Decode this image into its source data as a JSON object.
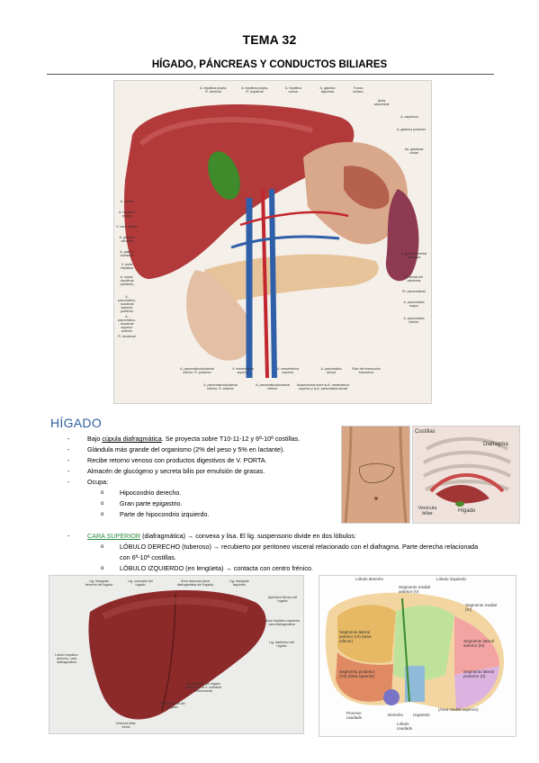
{
  "header": {
    "title": "TEMA 32",
    "subtitle": "HÍGADO, PÁNCREAS Y CONDUCTOS BILIARES"
  },
  "figure_main": {
    "top_labels": [
      "A. hepática propia, R. derecha",
      "A. hepática propia, R. izquierda",
      "A. hepática común",
      "A. gástrica izquierda",
      "Tronco celíaco",
      "Aorta abdominal"
    ],
    "right_labels": [
      "A. esplénica",
      "A. gástrica posterior",
      "Aa. gástricas cortas",
      "A. gastro-omental izquierda",
      "A. dorsal del páncreas",
      "Rr. pancreáticas",
      "A. pancreática mayor",
      "A. pancreática inferior"
    ],
    "left_labels": [
      "A. cística",
      "A. hepática propia",
      "V. cava inferior",
      "A. gástrica derecha",
      "A. gastro-duodenal",
      "V. porta hepática",
      "A. supra-duodenal (variante)",
      "A. pancreático-duodenal superior posterior",
      "A. pancreático-duodenal superior anterior",
      "R. duodenal"
    ],
    "bottom_labels": [
      "A. pancreaticoduodenal inferior, R. posterior",
      "V. mesentérica superior",
      "A. mesentérica superior",
      "A. pancreática dorsal",
      "Raíz del mesocolon transverso",
      "A. pancreaticoduodenal inferior, R. anterior",
      "A. pancreaticoduodenal inferior",
      "Anastomosis entre la A. mesentérica superior y la A. pancreática dorsal"
    ]
  },
  "section": {
    "title": "HÍGADO"
  },
  "bullets": [
    {
      "pre": "Bajo ",
      "u": "cúpula diafragmática",
      "post": ". Se proyecta sobre T10-11-12 y 6ª-10ª costillas."
    },
    {
      "pre": "Glándula más grande del organismo (2% del peso y 5% en lactante).",
      "u": "",
      "post": ""
    },
    {
      "pre": "Recibe retorno venoso con productos digestivos de V. PORTA.",
      "u": "",
      "post": ""
    },
    {
      "pre": "Almacén de glucógeno y secreta bilis por emulsión de grasas.",
      "u": "",
      "post": ""
    },
    {
      "pre": "Ocupa:",
      "u": "",
      "post": ""
    }
  ],
  "ocupa": [
    "Hipocondrio derecho.",
    "Gran parte epigastrio.",
    "Parte de hipocondrio izquierdo."
  ],
  "cara_superior": {
    "label": "CARA SUPERIOR",
    "text": " (diafragmática) → convexa y lisa. El lig. suspensorio divide en dos lóbulos:",
    "items": [
      "LÓBULO DERECHO (tuberoso) → recubierto por peritoneo visceral relacionado con el diafragma. Parte derecha relacionada con 6ª-10ª costillas.",
      "LÓBULO IZQUIERDO (en lengüeta) → contacta con centro frénico."
    ]
  },
  "fig_ribs": {
    "labels": [
      "Costillas",
      "Diafragma",
      "Vesícula biliar",
      "Hígado"
    ]
  },
  "fig_liver": {
    "labels": [
      "Lig. triangular derecho del hígado",
      "Lig. coronario del hígado",
      "Área desnuda (área diafragmática del hígado)",
      "Lig. triangular izquierdo",
      "Apéndice fibroso del hígado",
      "Lóbulo hepático izquierdo, cara diafragmática",
      "Lig. falciforme del hígado",
      "Lóbulo hepático derecho, cara diafragmática",
      "Lig. redondo del hígado (cordón de la V. umbilical embrionaria)",
      "Borde inferior del hígado",
      "Vesícula biliar, fondo"
    ]
  },
  "fig_seg": {
    "labels": [
      "Lóbulo derecho",
      "Lóbulo izquierdo",
      "Segmento medial anterior (V)",
      "Segmento lateral anterior (VI) (área inferior)",
      "Segmento posterior (VII) (área superior)",
      "Segmento medial (IV)",
      "Segmento lateral anterior (III)",
      "Segmento lateral posterior (II)",
      "Proceso caudado",
      "Derecho",
      "Izquierdo",
      "Lóbulo caudado",
      "(Área medial superior)"
    ]
  }
}
